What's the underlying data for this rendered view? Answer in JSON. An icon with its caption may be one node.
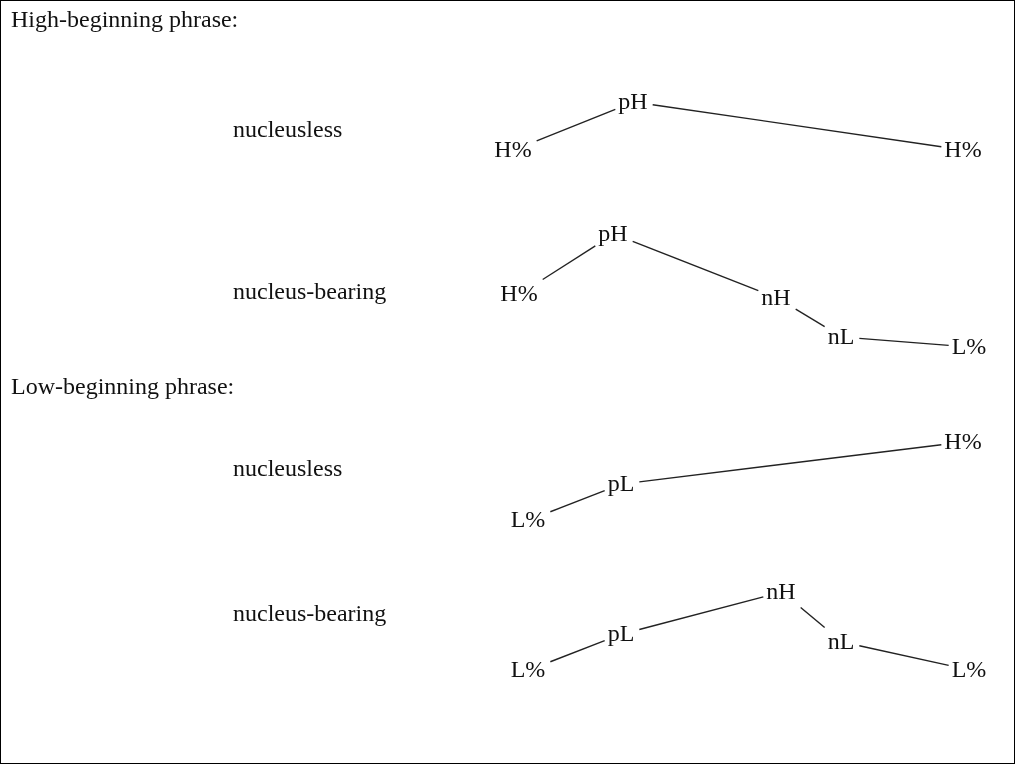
{
  "diagram": {
    "nodes": [
      {
        "text": [
          "H%"
        ]
      },
      {
        "text": [
          "pH"
        ]
      },
      {
        "text": [
          "H%"
        ]
      },
      {
        "text": [
          "H%"
        ]
      },
      {
        "text": [
          "pH"
        ]
      },
      {
        "text": [
          "nH"
        ]
      },
      {
        "text": [
          "nL"
        ]
      },
      {
        "text": [
          "L%"
        ]
      },
      {
        "text": [
          "L%"
        ]
      },
      {
        "text": [
          "pL"
        ]
      },
      {
        "text": [
          "H%"
        ]
      },
      {
        "text": [
          "L%"
        ]
      },
      {
        "text": [
          "pL"
        ]
      },
      {
        "text": [
          "nH"
        ]
      },
      {
        "text": [
          "nL"
        ]
      },
      {
        "text": [
          "L%"
        ]
      }
    ],
    "edges": [
      {
        "from": 0,
        "to": 1,
        "arrow": "none"
      },
      {
        "from": 1,
        "to": 2,
        "arrow": "none"
      },
      {
        "from": 3,
        "to": 4,
        "arrow": "none"
      },
      {
        "from": 4,
        "to": 5,
        "arrow": "none"
      },
      {
        "from": 5,
        "to": 6,
        "arrow": "none"
      },
      {
        "from": 6,
        "to": 7,
        "arrow": "none"
      },
      {
        "from": 8,
        "to": 9,
        "arrow": "none"
      },
      {
        "from": 9,
        "to": 10,
        "arrow": "none"
      },
      {
        "from": 11,
        "to": 12,
        "arrow": "none"
      },
      {
        "from": 12,
        "to": 13,
        "arrow": "none"
      },
      {
        "from": 13,
        "to": 14,
        "arrow": "none"
      },
      {
        "from": 14,
        "to": 15,
        "arrow": "none"
      }
    ],
    "labels": [
      "High-beginning phrase:",
      "nucleusless",
      "nucleus-bearing",
      "Low-beginning phrase:",
      "nucleusless",
      "nucleus-bearing"
    ]
  }
}
